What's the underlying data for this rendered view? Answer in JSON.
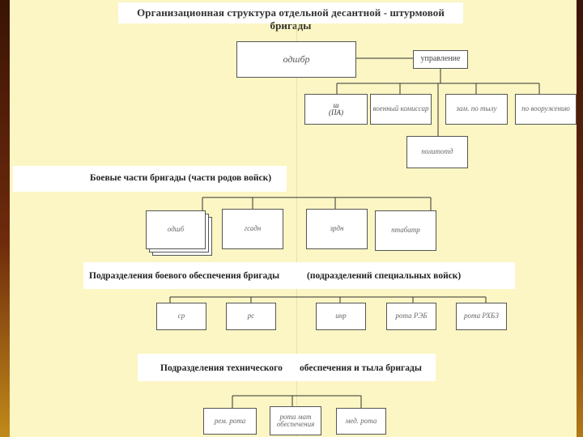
{
  "title": "Организационная структура отдельной десантной - штурмовой бригады",
  "top": {
    "commander": "одшбр",
    "management": "управление",
    "units": [
      "ш\n(ПА)",
      "военный комиссар",
      "зам. по тылу",
      "по вооружению"
    ],
    "sub": "политотд"
  },
  "sections": {
    "combat": "Боевые части бригады (части родов войск)",
    "support_left": "Подразделения боевого обеспечения бригады",
    "support_right": "(подразделений специальных войск)",
    "tech_left": "Подразделения технического",
    "tech_right": "обеспечения и тыла бригады"
  },
  "combat_units": [
    "одшб",
    "гсадн",
    "зрдн",
    "птабатр"
  ],
  "support_units": [
    "ср",
    "рс",
    "инр",
    "рота РЭБ",
    "рота РХБЗ"
  ],
  "tech_units": [
    "рем. рота",
    "рота мат обеспечения",
    "мед. рота"
  ],
  "colors": {
    "background": "#fbf6c3",
    "frame": "#7a2e0c",
    "lines": "#333333"
  }
}
